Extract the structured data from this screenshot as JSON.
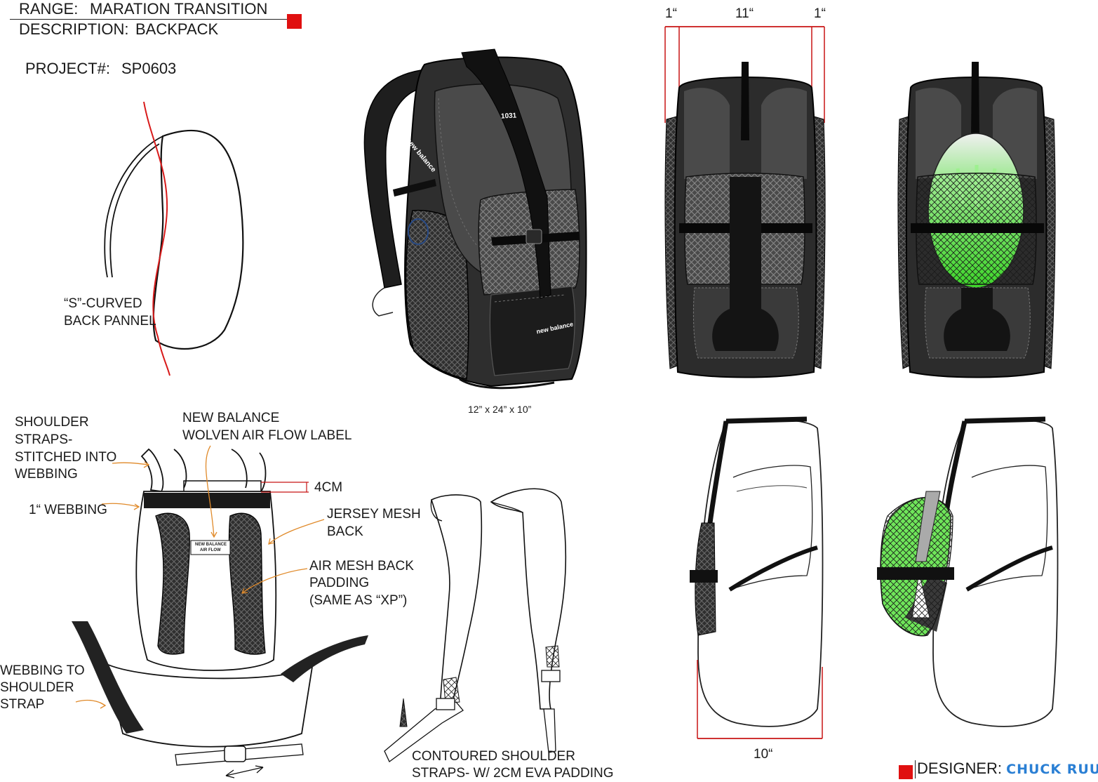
{
  "header": {
    "range_label": "RANGE:",
    "range_value": "MARATION TRANSITION",
    "description_label": "DESCRIPTION:",
    "description_value": "BACKPACK",
    "project_label": "PROJECT#:",
    "project_value": "SP0603"
  },
  "callouts": {
    "s_curved_line1": "“S”-CURVED",
    "s_curved_line2": "BACK PANNEL",
    "shoulder_straps_lines": [
      "SHOULDER",
      "STRAPS-",
      "STITCHED INTO",
      "WEBBING"
    ],
    "new_balance_label_lines": [
      "NEW BALANCE",
      "WOLVEN  AIR FLOW LABEL"
    ],
    "four_cm": "4CM",
    "one_inch_webbing": "1“ WEBBING",
    "jersey_mesh_lines": [
      "JERSEY MESH",
      "BACK"
    ],
    "air_mesh_lines": [
      "AIR MESH BACK",
      "PADDING",
      "(SAME AS “XP”)"
    ],
    "webbing_to_shoulder_lines": [
      "WEBBING TO",
      "SHOULDER",
      "STRAP"
    ],
    "contoured_lines": [
      "CONTOURED SHOULDER",
      "STRAPS- W/  2CM EVA PADDING"
    ]
  },
  "product": {
    "dimensions": "12” x 24” x 10”",
    "model_number": "1031",
    "brand_text": "new balance",
    "label_line1": "NEW BALANCE",
    "label_line2": "AIR FLOW"
  },
  "measurements": {
    "left_margin": "1“",
    "center_width": "11“",
    "right_margin": "1“",
    "depth": "10“"
  },
  "footer": {
    "designer_label": "DESIGNER:",
    "designer_name": "CHUCK RUUD"
  },
  "colors": {
    "accent_red": "#e01010",
    "callout_orange": "#e08a2a",
    "helmet_green": "#4fe03a",
    "bag_dark": "#3a3a3a",
    "designer_blue": "#2a7fd4"
  }
}
